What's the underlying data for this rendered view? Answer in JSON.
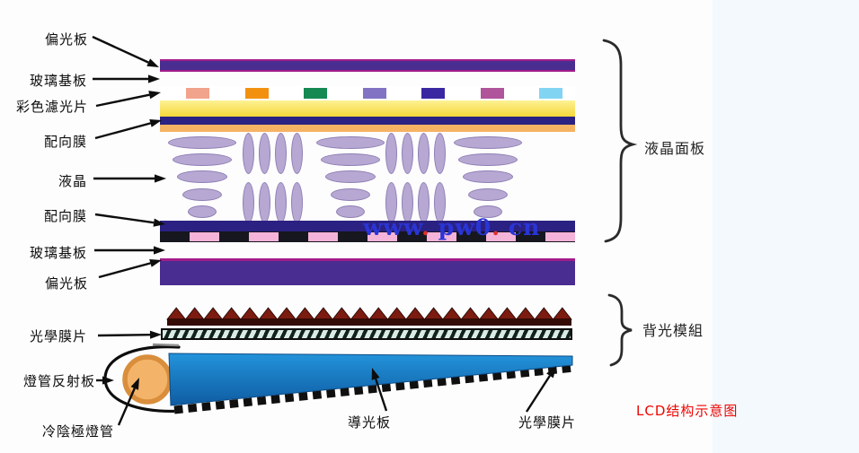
{
  "title": {
    "text": "LCD结构示意图",
    "color": "#ee0400"
  },
  "watermark": {
    "p1": "www",
    "d1": ".",
    "p2": "pw0",
    "d2": ".",
    "p3": "cn",
    "text_color": "#2a35d6",
    "dot_color": "#e02f2f"
  },
  "labels": {
    "polarizer_top": "偏光板",
    "glass_top": "玻璃基板",
    "color_filter": "彩色濾光片",
    "alignment_top": "配向膜",
    "liquid_crystal": "液晶",
    "alignment_bottom": "配向膜",
    "glass_bottom": "玻璃基板",
    "polarizer_bottom": "偏光板",
    "optical_film_top": "光學膜片",
    "lamp_reflector": "燈管反射板",
    "ccfl": "冷陰極燈管",
    "light_guide": "導光板",
    "optical_film_bottom": "光學膜片",
    "panel_group": "液晶面板",
    "backlight_group": "背光模組"
  },
  "colors": {
    "polarizer": "#4a2d91",
    "polarizer_edge": "#a21c8a",
    "navy": "#2b2182",
    "orange_film": "#f6b263",
    "yellow_top": "#fdf294",
    "yellow_bottom": "#f6d73b",
    "electrode_black": "#17171f",
    "electrode_pink": "#f4b3d9",
    "lc_fill": "#b6a8d2",
    "lc_border": "#8f7fb5",
    "tooth": "#7c1b10",
    "tooth_base": "#350b05",
    "diffuser_bg": "#d8ece4",
    "diffuser_stripe": "#14221d",
    "wedge_top": "#2393da",
    "wedge_bottom": "#0f5ca2",
    "lamp_fill": "#f3b469",
    "lamp_ring": "#d98e3c",
    "side_band": "#f3f9fd",
    "arrow": "#0d0d0d",
    "brace": "#2b2b2b"
  },
  "color_filter_tiles": [
    "#f2a38b",
    "#f29110",
    "#148a52",
    "#8273c4",
    "#3a28a2",
    "#b0549c",
    "#82d5f2"
  ],
  "electrode_row": {
    "segment_count": 14,
    "alternating": [
      "electrode_black",
      "electrode_pink"
    ]
  },
  "liquid_crystal_layout": {
    "h_stack_centers": [
      225,
      390,
      543
    ],
    "h_widths": [
      76,
      66,
      56,
      44,
      32
    ],
    "h_centers_y": [
      159,
      178,
      197,
      217,
      236
    ],
    "h_height": 14,
    "v_group_centers": [
      303,
      462
    ],
    "v_rows_y": [
      171,
      226
    ],
    "v_offsets": [
      -27,
      -9,
      9,
      27
    ],
    "v_width": 13,
    "v_height": 46
  },
  "sawtooth": {
    "teeth": 22
  }
}
